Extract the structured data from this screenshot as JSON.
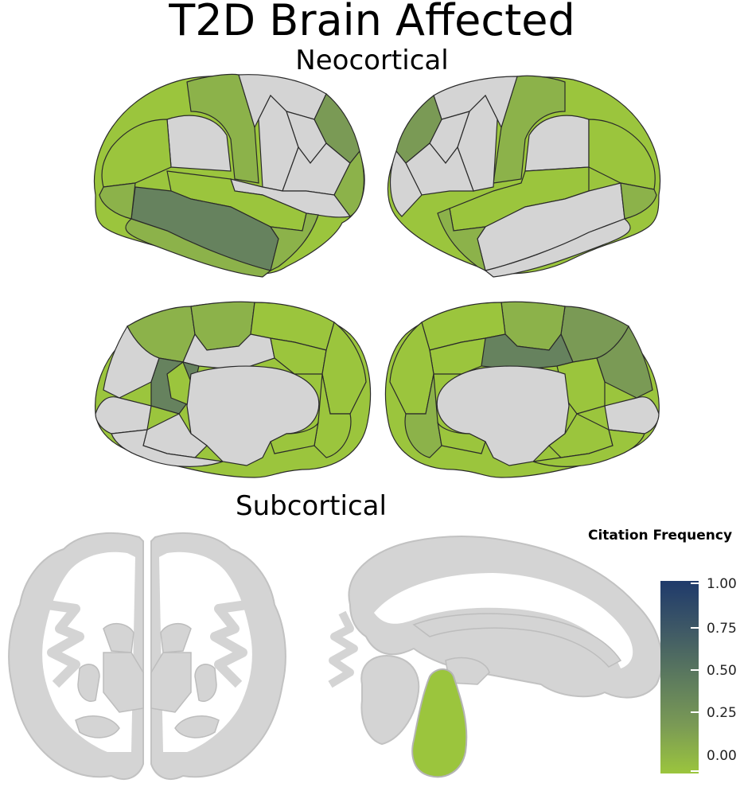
{
  "title": "T2D Brain Affected",
  "neocortical_label": "Neocortical",
  "subcortical_label": "Subcortical",
  "legend": {
    "title": "Citation Frequency",
    "ticks": [
      "1.00",
      "0.75",
      "0.50",
      "0.25",
      "0.00"
    ],
    "color_low": "#9bc53d",
    "color_high": "#1f3a6b"
  },
  "colors": {
    "unaffected": "#d4d4d4",
    "level_low": "#9bc53d",
    "level_mid_low": "#8cb24a",
    "level_mid": "#7a9a55",
    "level_high": "#66825e",
    "outline": "#2a2a2a"
  },
  "views": [
    "lateral-left",
    "lateral-right",
    "medial-left",
    "medial-right",
    "coronal-slice",
    "sagittal-slice"
  ]
}
